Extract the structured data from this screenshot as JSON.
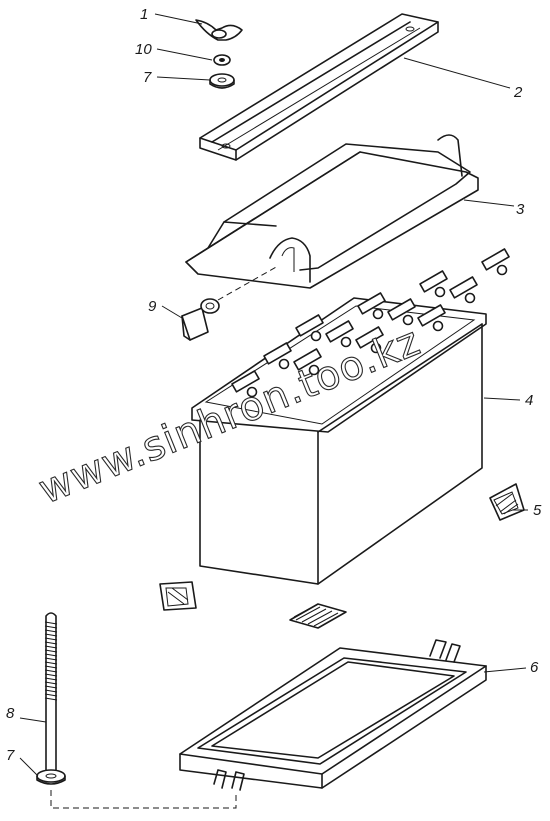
{
  "callouts": {
    "wing_nut": "1",
    "clamp_bar": "2",
    "lid": "3",
    "battery": "4",
    "pad_right": "5",
    "tray": "6",
    "washer_top": "7",
    "washer_bottom": "7",
    "tie_rod": "8",
    "vent_plug": "9",
    "lock_washer": "10"
  },
  "watermark": "www.sinhron.too.kz",
  "colors": {
    "ink": "#1a1a1a",
    "paper": "#ffffff"
  }
}
